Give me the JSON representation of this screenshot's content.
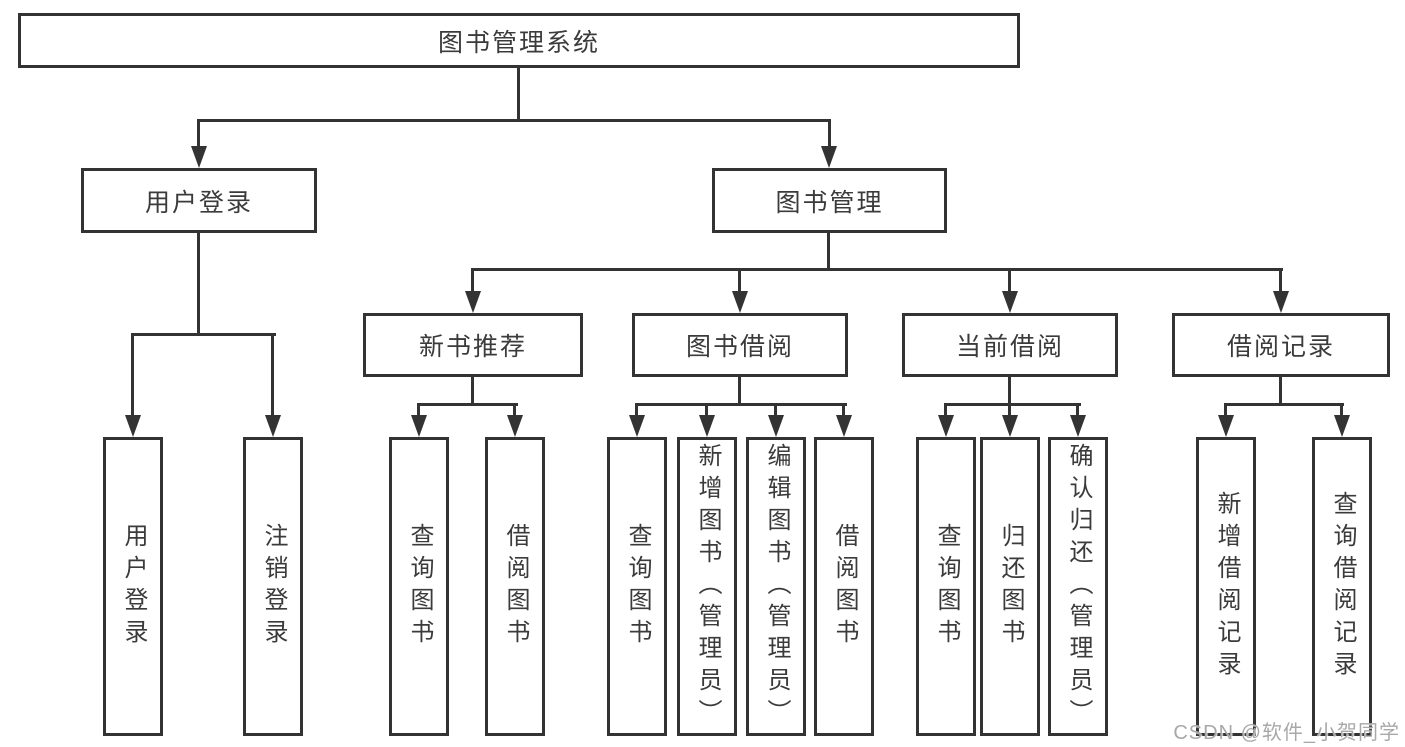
{
  "watermark": "CSDN @软件_小贺同学",
  "colors": {
    "line": "#333333",
    "text": "#3b3b3b",
    "background": "#ffffff",
    "watermark": "#a8a8a8"
  },
  "tree": {
    "root": {
      "label": "图书管理系统",
      "children": [
        {
          "label": "用户登录",
          "children": [
            {
              "label": "用户登录"
            },
            {
              "label": "注销登录"
            }
          ]
        },
        {
          "label": "图书管理",
          "children": [
            {
              "label": "新书推荐",
              "children": [
                {
                  "label": "查询图书"
                },
                {
                  "label": "借阅图书"
                }
              ]
            },
            {
              "label": "图书借阅",
              "children": [
                {
                  "label": "查询图书"
                },
                {
                  "label": "新增图书（管理员）"
                },
                {
                  "label": "编辑图书（管理员）"
                },
                {
                  "label": "借阅图书"
                }
              ]
            },
            {
              "label": "当前借阅",
              "children": [
                {
                  "label": "查询图书"
                },
                {
                  "label": "归还图书"
                },
                {
                  "label": "确认归还（管理员）"
                }
              ]
            },
            {
              "label": "借阅记录",
              "children": [
                {
                  "label": "新增借阅记录"
                },
                {
                  "label": "查询借阅记录"
                }
              ]
            }
          ]
        }
      ]
    }
  }
}
